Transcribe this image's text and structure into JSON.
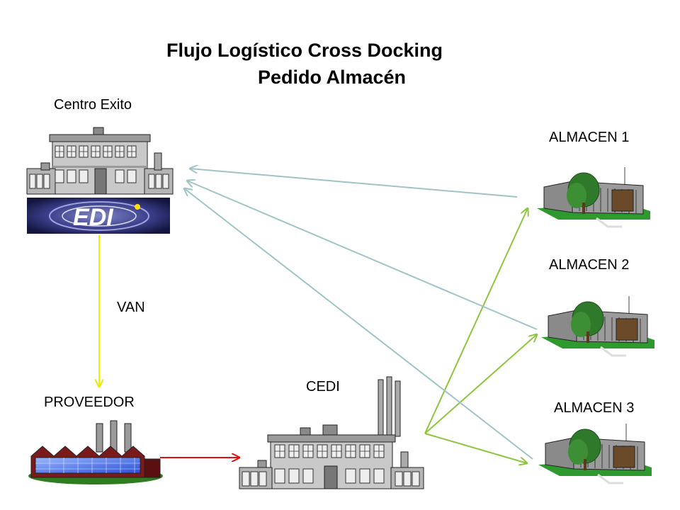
{
  "title": {
    "line1": "Flujo Logístico Cross Docking",
    "line2": "Pedido Almacén"
  },
  "nodes": {
    "centro_exito": "Centro Exito",
    "proveedor": "PROVEEDOR",
    "cedi": "CEDI",
    "almacen_1": "ALMACEN 1",
    "almacen_2": "ALMACEN 2",
    "almacen_3": "ALMACEN 3"
  },
  "edge_labels": {
    "van": "VAN"
  },
  "logo": {
    "text": "EDI"
  },
  "colors": {
    "van_arrow": "#f0f000",
    "supply_arrow": "#e01010",
    "distribution_arrow": "#8cc63f",
    "order_arrow": "#9fc4c6"
  },
  "icons": [
    "office-building-icon",
    "edi-logo-icon",
    "factory-icon",
    "warehouse-icon",
    "store-building-icon"
  ]
}
